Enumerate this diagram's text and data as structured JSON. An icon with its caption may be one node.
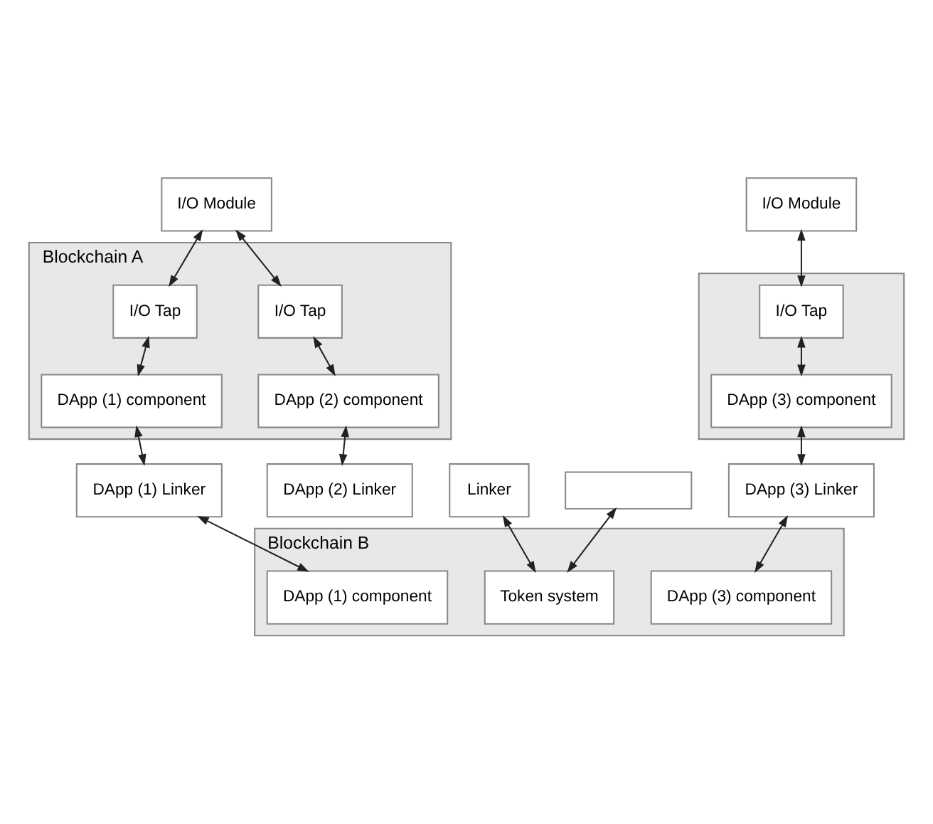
{
  "diagram": {
    "nodes": [
      {
        "text": [
          "I/O Module"
        ]
      },
      {
        "text": [
          "I/O Module"
        ]
      },
      {
        "text": [
          "Blockchain A"
        ]
      },
      {
        "text": [
          "I/O Tap"
        ],
        "in": 2
      },
      {
        "text": [
          "I/O Tap"
        ],
        "in": 2
      },
      {
        "text": [
          "DApp (1) component"
        ],
        "in": 2
      },
      {
        "text": [
          "DApp (2) component"
        ],
        "in": 2
      },
      {
        "text": [],
        "shape": "box"
      },
      {
        "text": [
          "I/O Tap"
        ],
        "in": 7
      },
      {
        "text": [
          "DApp (3) component"
        ],
        "in": 7
      },
      {
        "text": [
          "Linker"
        ]
      },
      {
        "text": [
          "DApp (1) Linker"
        ]
      },
      {
        "text": [
          "DApp (2) Linker"
        ]
      },
      {
        "text": [],
        "shape": "box"
      },
      {
        "text": [
          "DApp (3) Linker"
        ]
      },
      {
        "text": [
          "Blockchain B"
        ]
      },
      {
        "text": [
          "DApp (1) component"
        ],
        "in": 15
      },
      {
        "text": [
          "DApp (3) component"
        ],
        "in": 15
      },
      {
        "text": [
          "Token system"
        ],
        "in": 15
      }
    ],
    "edges": [
      {
        "from": 0,
        "to": 3,
        "arrow": "both"
      },
      {
        "from": 0,
        "to": 4,
        "arrow": "both"
      },
      {
        "from": 1,
        "to": 8,
        "arrow": "both"
      },
      {
        "from": 3,
        "to": 5,
        "arrow": "both"
      },
      {
        "from": 4,
        "to": 6,
        "arrow": "both"
      },
      {
        "from": 8,
        "to": 9,
        "arrow": "both"
      },
      {
        "from": 5,
        "to": 11,
        "arrow": "both"
      },
      {
        "from": 6,
        "to": 12,
        "arrow": "both"
      },
      {
        "from": 9,
        "to": 14,
        "arrow": "both"
      },
      {
        "from": 11,
        "to": 16,
        "arrow": "both"
      },
      {
        "from": 14,
        "to": 17,
        "arrow": "both"
      },
      {
        "from": 10,
        "to": 18,
        "arrow": "both"
      },
      {
        "from": 13,
        "to": 18,
        "arrow": "both"
      }
    ]
  }
}
